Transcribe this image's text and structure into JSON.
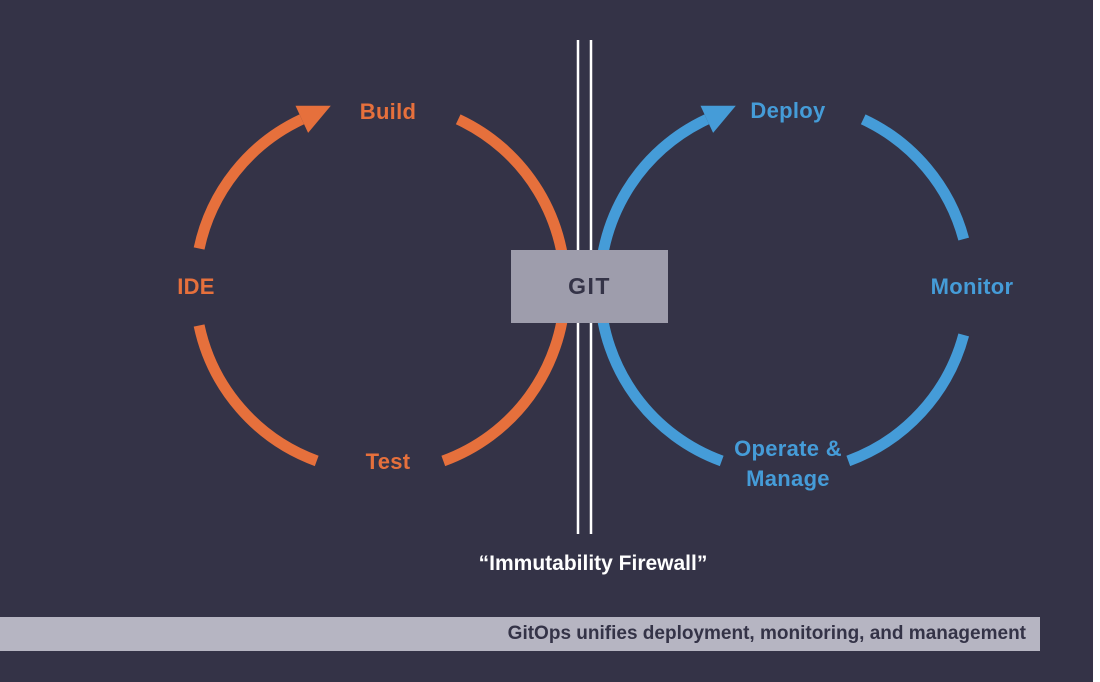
{
  "colors": {
    "background": "#343347",
    "orange": "#e6703c",
    "blue": "#459cd8",
    "git_box_bg": "#9e9dac",
    "git_text": "#343347",
    "firewall_line": "#ffffff",
    "banner_bg": "#b6b5c2",
    "banner_text": "#343347",
    "white_strip": "#ffffff"
  },
  "diagram": {
    "left_loop": {
      "labels": {
        "top": "Build",
        "left": "IDE",
        "bottom": "Test"
      }
    },
    "right_loop": {
      "labels": {
        "top": "Deploy",
        "right": "Monitor",
        "bottom_line1": "Operate &",
        "bottom_line2": "Manage"
      }
    },
    "git_box_label": "GIT",
    "firewall_label": "“Immutability Firewall”"
  },
  "banner": {
    "text": "GitOps unifies deployment, monitoring, and management"
  }
}
